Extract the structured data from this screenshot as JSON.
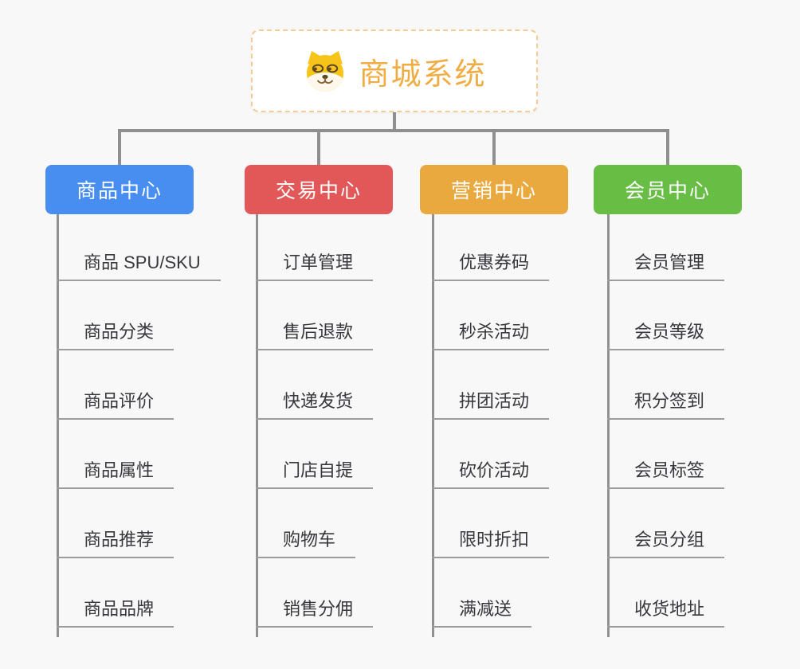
{
  "root": {
    "title": "商城系统",
    "icon": "shiba-dog-icon",
    "title_color": "#f0ad43",
    "border_color": "#f3cd96"
  },
  "connector_color": "#8f8f8f",
  "background_color": "#f8f8f8",
  "branches": [
    {
      "label": "商品中心",
      "color": "#478ef0",
      "items": [
        "商品 SPU/SKU",
        "商品分类",
        "商品评价",
        "商品属性",
        "商品推荐",
        "商品品牌"
      ]
    },
    {
      "label": "交易中心",
      "color": "#e25858",
      "items": [
        "订单管理",
        "售后退款",
        "快递发货",
        "门店自提",
        "购物车",
        "销售分佣"
      ]
    },
    {
      "label": "营销中心",
      "color": "#eaa93e",
      "items": [
        "优惠券码",
        "秒杀活动",
        "拼团活动",
        "砍价活动",
        "限时折扣",
        "满减送"
      ]
    },
    {
      "label": "会员中心",
      "color": "#68bd45",
      "items": [
        "会员管理",
        "会员等级",
        "积分签到",
        "会员标签",
        "会员分组",
        "收货地址"
      ]
    }
  ]
}
